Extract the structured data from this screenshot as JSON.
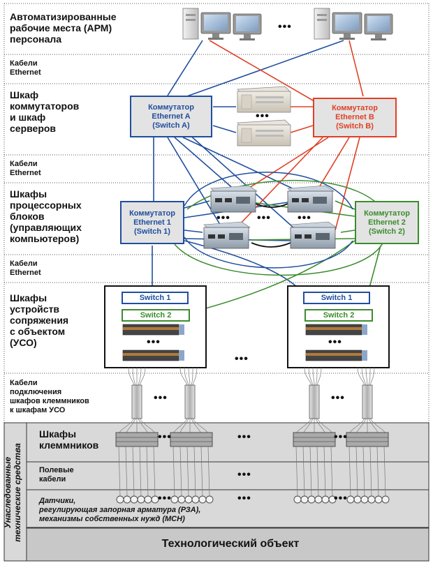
{
  "rows": {
    "arm": "Автоматизированные\nрабочие места (АРМ)\nперсонала",
    "cables1": "Кабели\nEthernet",
    "switch_cabinet": "Шкаф\nкоммутаторов\nи шкаф\nсерверов",
    "cables2": "Кабели\nEthernet",
    "processor_cabinets": "Шкафы\nпроцессорных\nблоков\n(управляющих\nкомпьютеров)",
    "cables3": "Кабели\nEthernet",
    "uso_cabinets": "Шкафы\nустройств\nсопряжения\nс объектом\n(УСО)",
    "terminal_cables": "Кабели\nподключения\nшкафов клеммников\nк шкафам УСО",
    "terminal_cabinets": "Шкафы\nклеммников",
    "field_cables": "Полевые\nкабели",
    "sensors": "Датчики,\nрегулирующая запорная арматура (РЗА),\nмеханизмы собственных нужд (МСН)"
  },
  "switches": {
    "switch_a": "Коммутатор\nEthernet A\n(Switch A)",
    "switch_b": "Коммутатор\nEthernet B\n(Switch B)",
    "switch_1": "Коммутатор\nEthernet 1\n(Switch 1)",
    "switch_2": "Коммутатор\nEthernet 2\n(Switch 2)"
  },
  "uso_modules": {
    "switch1_label": "Switch 1",
    "switch2_label": "Switch 2"
  },
  "ellipsis": "•••",
  "legacy_label": "Унаследованные\nтехнические средства",
  "footer": "Технологический объект",
  "colors": {
    "blue": "#1f4e9e",
    "red": "#e04026",
    "green": "#3b8c2e",
    "black": "#111111",
    "panel_gray": "#e3e3e3",
    "legacy_gray": "#d9d9d9",
    "footer_gray": "#c8c8c8"
  },
  "icons": {
    "workstation": "desktop-computer-icon",
    "server": "rack-server-icon",
    "processor": "embedded-computer-icon",
    "io_module": "io-terminal-module-icon",
    "connector": "cable-connector-icon",
    "terminal_block": "terminal-block-icon",
    "sensor": "sensor-icon"
  }
}
